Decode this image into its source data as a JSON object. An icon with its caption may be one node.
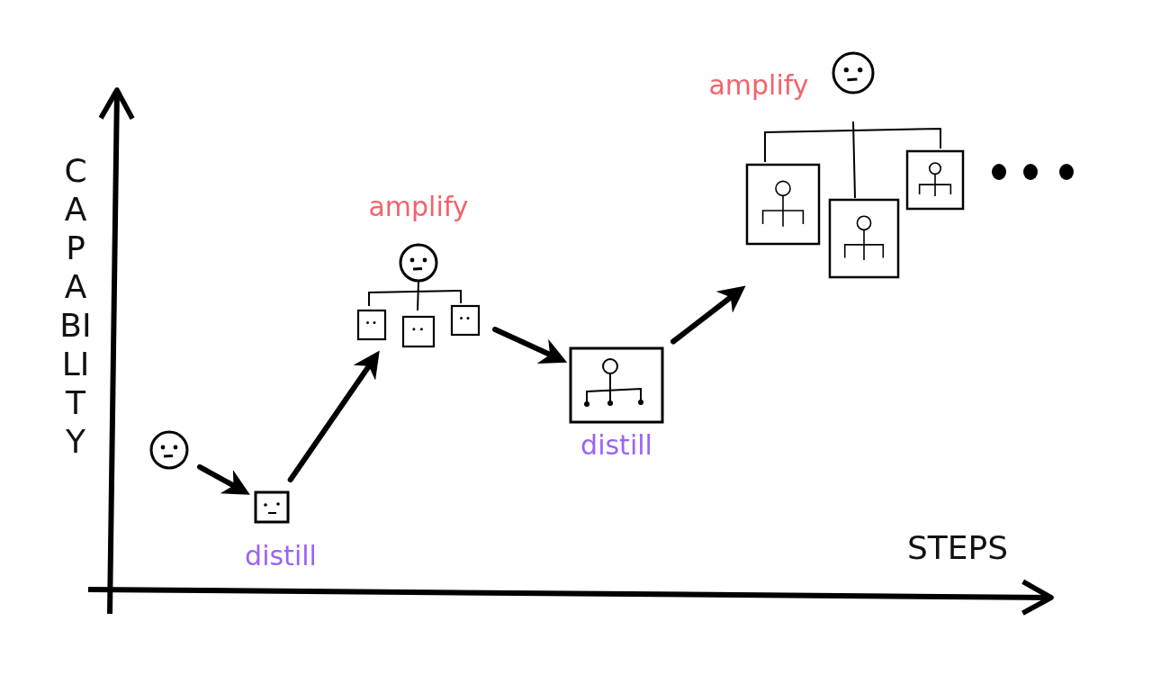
{
  "diagram": {
    "nodes": [
      {
        "text": [],
        "shape": "picture"
      },
      {
        "text": [
          "distill"
        ]
      },
      {
        "text": [
          "amplify"
        ]
      },
      {
        "text": [
          "distill"
        ]
      },
      {
        "text": [
          "amplify"
        ]
      }
    ],
    "edges": [
      {
        "from": 0,
        "to": 1,
        "arrow": "to"
      },
      {
        "from": 1,
        "to": 2,
        "arrow": "to"
      },
      {
        "from": 2,
        "to": 3,
        "arrow": "to"
      },
      {
        "from": 3,
        "to": 4,
        "arrow": "to"
      }
    ],
    "labels": [
      "CAPABILITY",
      "STEPS"
    ]
  }
}
